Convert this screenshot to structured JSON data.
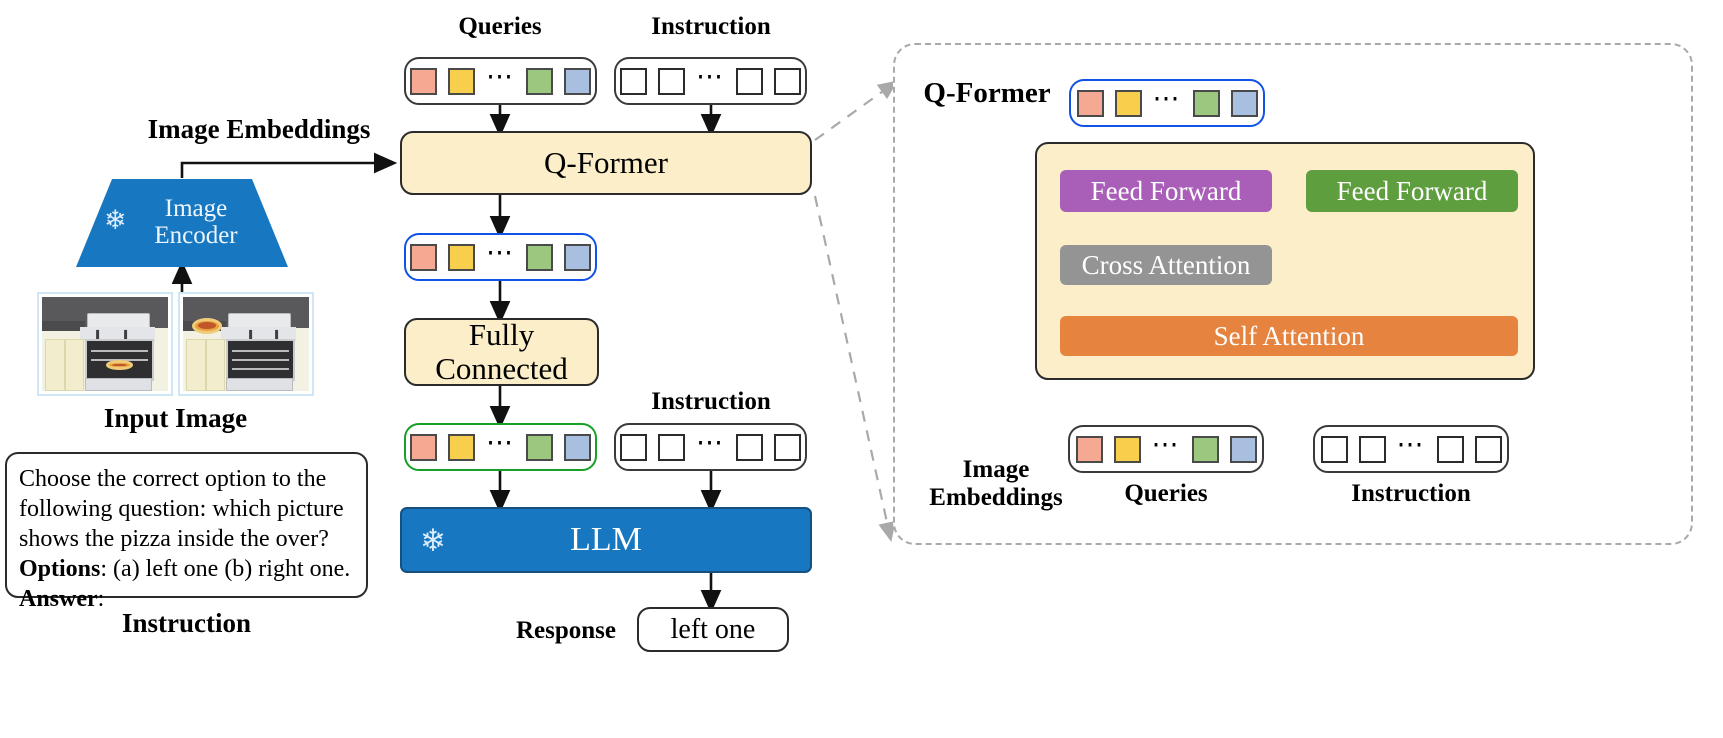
{
  "diagram": {
    "title": "InstructBLIP-style vision-language architecture",
    "colors": {
      "cream_block": "#fbeec8",
      "blue_frozen": "#1777c0",
      "feed_forward_query": "#a95fb8",
      "feed_forward_text": "#5e9e3f",
      "cross_attention": "#949494",
      "self_attention": "#e5833f",
      "query_border": "#1152e8",
      "projected_border": "#17a028",
      "panel_border": "#a9a9a9",
      "token_salmon": "#f6a992",
      "token_yellow": "#f7cf4d",
      "token_green": "#9bc87e",
      "token_blue": "#a9bfdf"
    }
  },
  "left": {
    "image_embeddings_label": "Image Embeddings",
    "encoder_label": "Image\nEncoder",
    "encoder_frozen_icon": "snowflake-icon",
    "input_image_label": "Input Image",
    "instruction_label": "Instruction",
    "prompt": {
      "line1": "Choose the correct option to the",
      "line2": "following question: which picture",
      "line3": "shows the pizza inside the over?",
      "options_key": "Options",
      "options_value": ": (a) left one (b) right one.",
      "answer_key": "Answer",
      "answer_value": ":"
    },
    "images": [
      {
        "name": "stove-pizza-inside-oven",
        "pizza_location": "oven"
      },
      {
        "name": "stove-pizza-on-counter",
        "pizza_location": "counter"
      }
    ]
  },
  "center": {
    "queries_label": "Queries",
    "instruction_top_label": "Instruction",
    "qformer_label": "Q-Former",
    "fully_connected_label": "Fully\nConnected",
    "instruction_mid_label": "Instruction",
    "llm_label": "LLM",
    "llm_frozen_icon": "snowflake-icon",
    "response_label": "Response",
    "response_value": "left one",
    "query_tokens": [
      "salmon",
      "yellow",
      "ellipsis",
      "green",
      "blue"
    ],
    "instruction_tokens": [
      "empty",
      "empty",
      "ellipsis",
      "empty",
      "empty"
    ]
  },
  "panel": {
    "title": "Q-Former",
    "output_tokens": [
      "salmon",
      "yellow",
      "ellipsis",
      "green",
      "blue"
    ],
    "blocks": {
      "feed_forward_query": "Feed Forward",
      "feed_forward_text": "Feed Forward",
      "cross_attention": "Cross Attention",
      "self_attention": "Self Attention"
    },
    "image_embeddings_label": "Image\nEmbeddings",
    "queries_label": "Queries",
    "instruction_label": "Instruction",
    "query_tokens": [
      "salmon",
      "yellow",
      "ellipsis",
      "green",
      "blue"
    ],
    "instruction_tokens": [
      "empty",
      "empty",
      "ellipsis",
      "empty",
      "empty"
    ]
  }
}
